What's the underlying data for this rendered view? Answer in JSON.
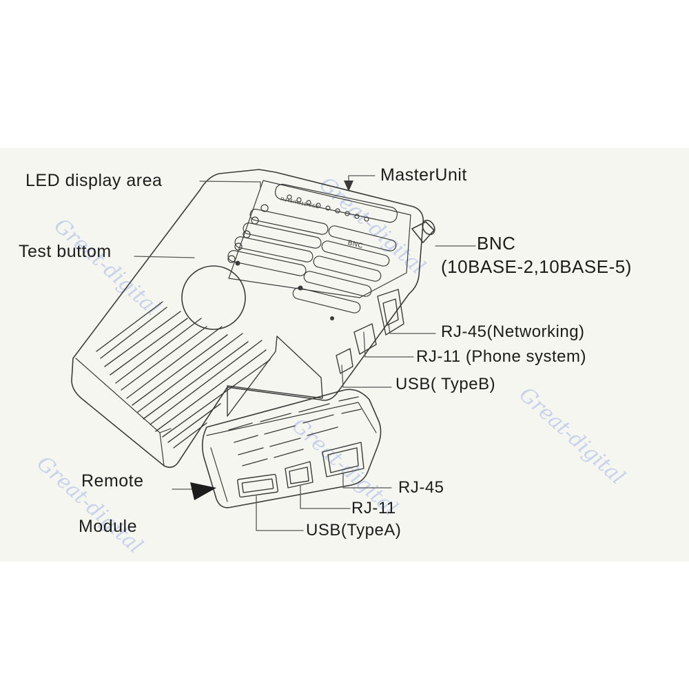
{
  "labels": {
    "led_display_area": "LED display area",
    "master_unit": "MasterUnit",
    "test_button": "Test buttom",
    "bnc": "BNC",
    "bnc_types": "(10BASE-2,10BASE-5)",
    "rj45_networking": "RJ-45(Networking)",
    "rj11_phone": "RJ-11 (Phone system)",
    "usb_typeb": "USB( TypeB)",
    "remote": "Remote",
    "module": "Module",
    "rj45_remote": "RJ-45",
    "rj11_remote": "RJ-11",
    "usb_typea": "USB(TypeA)"
  },
  "device_text": {
    "port_row": "RJ45/RJ11/USB",
    "bnc_panel": "BNC"
  },
  "watermark": "Great-digital",
  "colors": {
    "line": "#3a3a3a",
    "text": "#1c1c1c",
    "watermark": "#b9c6ea",
    "band": "#f6f6f1"
  }
}
